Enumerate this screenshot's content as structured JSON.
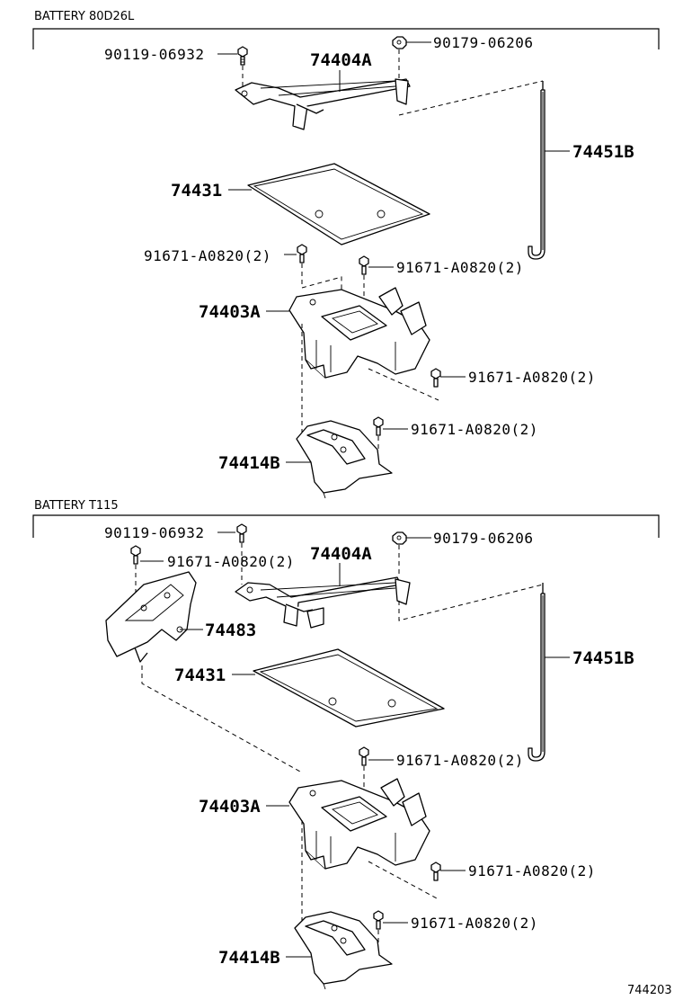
{
  "sections": [
    {
      "title": "BATTERY 80D26L",
      "callouts": {
        "bolt_top": "90119-06932",
        "nut_top": "90179-06206",
        "clamp": "74404A",
        "rod": "74451B",
        "tray": "74431",
        "bolt_left": "91671-A0820(2)",
        "bolt_right": "91671-A0820(2)",
        "carrier": "74403A",
        "bolt_lower": "91671-A0820(2)",
        "bolt_bracket": "91671-A0820(2)",
        "bracket": "74414B"
      }
    },
    {
      "title": "BATTERY T115",
      "callouts": {
        "bolt_top": "90119-06932",
        "bolt_left": "91671-A0820(2)",
        "nut_top": "90179-06206",
        "clamp": "74404A",
        "stay": "74483",
        "rod": "74451B",
        "tray": "74431",
        "bolt_tray": "91671-A0820(2)",
        "carrier": "74403A",
        "bolt_lower": "91671-A0820(2)",
        "bolt_bracket": "91671-A0820(2)",
        "bracket": "74414B"
      }
    }
  ],
  "figure_number": "744203"
}
